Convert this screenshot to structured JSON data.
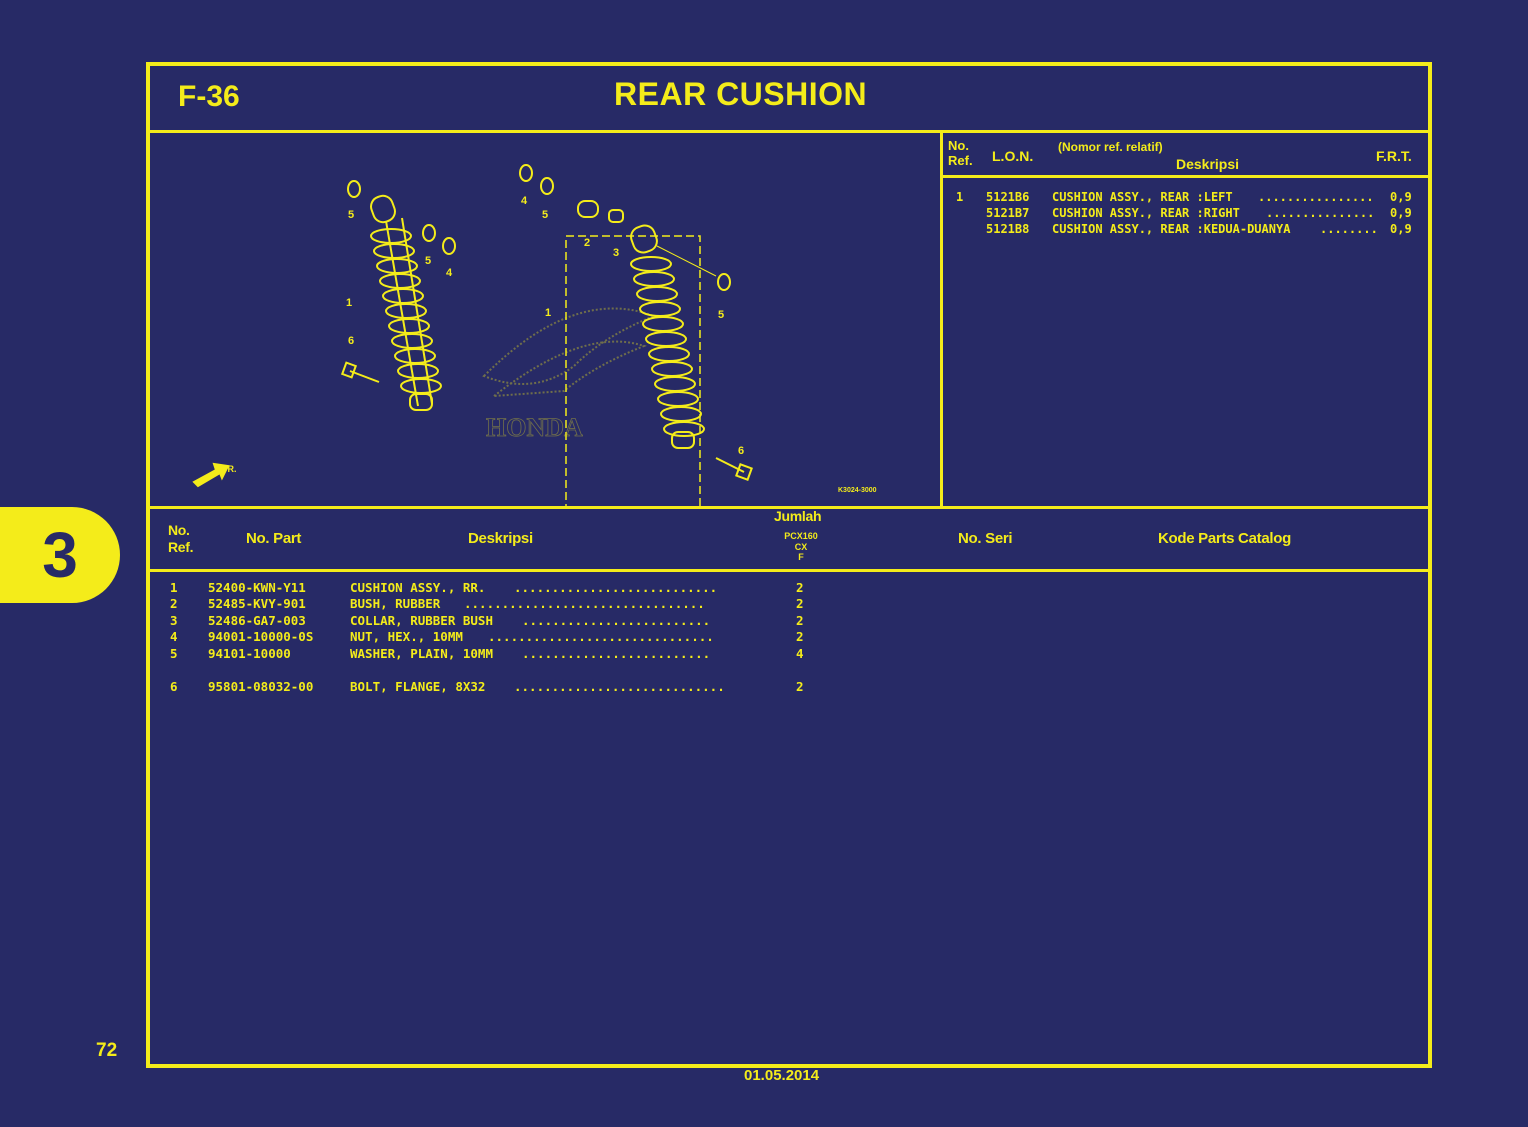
{
  "header": {
    "code": "F-36",
    "title": "REAR CUSHION"
  },
  "section": {
    "number": "3"
  },
  "footer": {
    "page_number": "72",
    "date": "01.05.2014"
  },
  "diagram": {
    "callouts": [
      "5",
      "1",
      "5",
      "4",
      "6",
      "4",
      "5",
      "2",
      "3",
      "1",
      "5",
      "6"
    ],
    "arrow_label": "FR.",
    "ref_code": "K3024-3000",
    "watermark": "HONDA"
  },
  "lon_table": {
    "headers": {
      "no_ref": "No.\nRef.",
      "lon": "L.O.N.",
      "nomor_ref": "(Nomor ref. relatif)",
      "deskripsi": "Deskripsi",
      "frt": "F.R.T."
    },
    "rows": [
      {
        "ref": "1",
        "lon": "5121B6",
        "desc": "CUSHION ASSY., REAR :LEFT",
        "dots": "................",
        "frt": "0,9"
      },
      {
        "ref": "",
        "lon": "5121B7",
        "desc": "CUSHION ASSY., REAR :RIGHT",
        "dots": "...............",
        "frt": "0,9"
      },
      {
        "ref": "",
        "lon": "5121B8",
        "desc": "CUSHION ASSY., REAR :KEDUA-DUANYA",
        "dots": "........",
        "frt": "0,9"
      }
    ]
  },
  "parts_table": {
    "headers": {
      "no_ref": "No.\nRef.",
      "no_part": "No. Part",
      "deskripsi": "Deskripsi",
      "jumlah": "Jumlah",
      "model": "PCX160",
      "type": "CX",
      "variant": "F",
      "no_seri": "No. Seri",
      "kode": "Kode Parts Catalog"
    },
    "rows": [
      {
        "ref": "1",
        "part": "52400-KWN-Y11",
        "desc": "CUSHION ASSY., RR.",
        "dots": "...........................",
        "qty": "2"
      },
      {
        "ref": "2",
        "part": "52485-KVY-901",
        "desc": "BUSH, RUBBER",
        "dots": "................................",
        "qty": "2"
      },
      {
        "ref": "3",
        "part": "52486-GA7-003",
        "desc": "COLLAR, RUBBER BUSH",
        "dots": ".........................",
        "qty": "2"
      },
      {
        "ref": "4",
        "part": "94001-10000-0S",
        "desc": "NUT, HEX., 10MM",
        "dots": "..............................",
        "qty": "2"
      },
      {
        "ref": "5",
        "part": "94101-10000",
        "desc": "WASHER, PLAIN, 10MM",
        "dots": ".........................",
        "qty": "4"
      },
      {
        "ref": "6",
        "part": "95801-08032-00",
        "desc": "BOLT, FLANGE, 8X32",
        "dots": "............................",
        "qty": "2"
      }
    ]
  }
}
